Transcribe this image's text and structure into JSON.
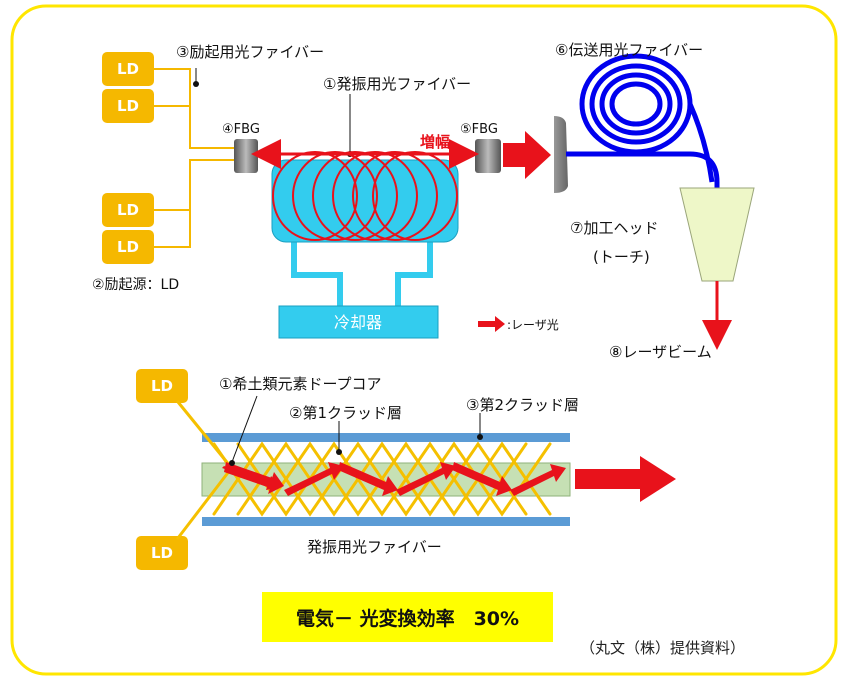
{
  "labels": {
    "pump_fiber": "③励起用光ファイバー",
    "osc_fiber": "①発振用光ファイバー",
    "delivery_fiber": "⑥伝送用光ファイバー",
    "fbg_left": "④FBG",
    "fbg_right": "⑤FBG",
    "amplification": "増幅",
    "pump_source": "②励起源：LD",
    "processing_head": "⑦加工ヘッド",
    "processing_head_sub": "(トーチ)",
    "cooler": "冷却器",
    "laser_legend": ":レーザ光",
    "laser_beam": "⑧レーザビーム",
    "core": "①希土類元素ドープコア",
    "clad1": "②第1クラッド層",
    "clad2": "③第2クラッド層",
    "fiber_caption": "発振用光ファイバー",
    "ld": "LD"
  },
  "efficiency": "電気－ 光変換効率　30%",
  "credit": "（丸文（株）提供資料）",
  "colors": {
    "frame": "#ffe600",
    "ld": "#f5b800",
    "laser": "#e8121b",
    "delivery": "#0000ee",
    "housing": "#33ccee",
    "head": "#eef7c8"
  }
}
